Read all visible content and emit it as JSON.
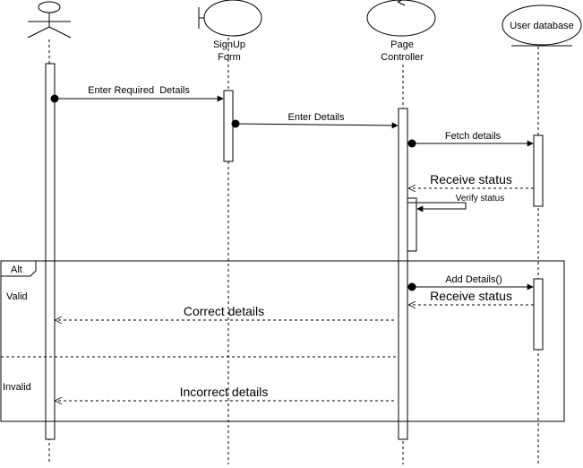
{
  "participants": [
    {
      "id": "actor",
      "kind": "actor",
      "label": ""
    },
    {
      "id": "form",
      "kind": "boundary",
      "label_lines": [
        "SignUp",
        "Form"
      ]
    },
    {
      "id": "controller",
      "kind": "control",
      "label_lines": [
        "Page",
        "Controller"
      ]
    },
    {
      "id": "db",
      "kind": "entity",
      "label": "User database"
    }
  ],
  "messages": [
    {
      "id": "m1",
      "text": "Enter Required  Details",
      "style": "sync"
    },
    {
      "id": "m2",
      "text": "Enter Details",
      "style": "sync"
    },
    {
      "id": "m3",
      "text": "Fetch details",
      "style": "sync"
    },
    {
      "id": "m4",
      "text": "Receive status",
      "style": "return"
    },
    {
      "id": "m5",
      "text": "Verify status",
      "style": "self"
    },
    {
      "id": "m6",
      "text": "Add Details()",
      "style": "sync"
    },
    {
      "id": "m7",
      "text": "Receive status",
      "style": "return"
    },
    {
      "id": "m8",
      "text": "Correct details",
      "style": "return"
    },
    {
      "id": "m9",
      "text": "Incorrect details",
      "style": "return"
    }
  ],
  "fragment": {
    "operator": "Alt",
    "guards": [
      "Valid",
      "Invalid"
    ]
  },
  "colors": {
    "line": "#000000",
    "background": "#ffffff"
  }
}
